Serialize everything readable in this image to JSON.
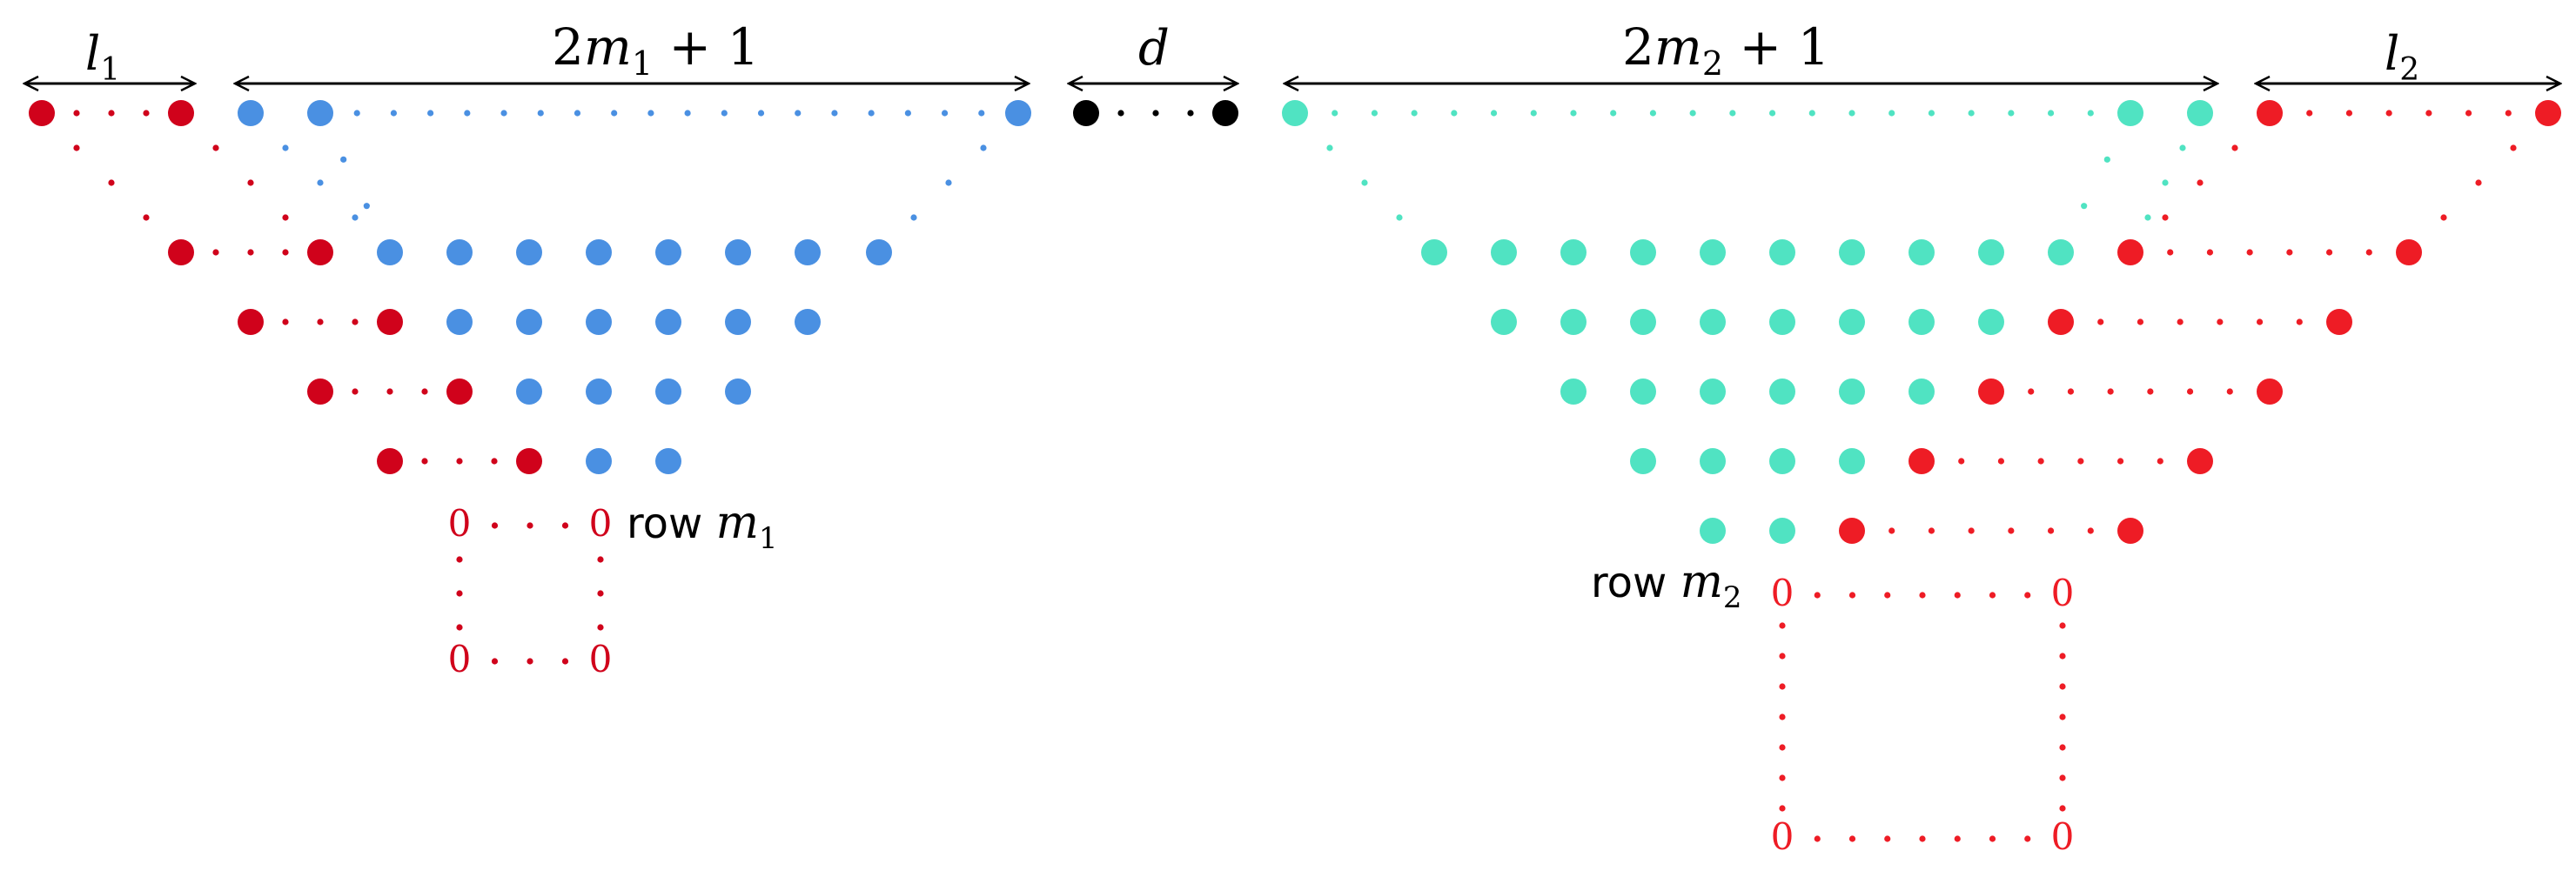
{
  "labels": {
    "l1": {
      "main": "l",
      "sub": "1"
    },
    "left_width": {
      "pre": "2",
      "var": "m",
      "sub": "1",
      "post": " + 1"
    },
    "d": "d",
    "right_width": {
      "pre": "2",
      "var": "m",
      "sub": "2",
      "post": " + 1"
    },
    "l2": {
      "main": "l",
      "sub": "2"
    },
    "row_left": {
      "word": "row ",
      "var": "m",
      "sub": "1"
    },
    "row_right": {
      "word": "row ",
      "var": "m",
      "sub": "2"
    },
    "zero": "0"
  },
  "colors": {
    "red": "#d0021b",
    "red_bright": "#ee1c25",
    "blue": "#4a90e2",
    "teal": "#50e3c2",
    "black": "#000000"
  }
}
